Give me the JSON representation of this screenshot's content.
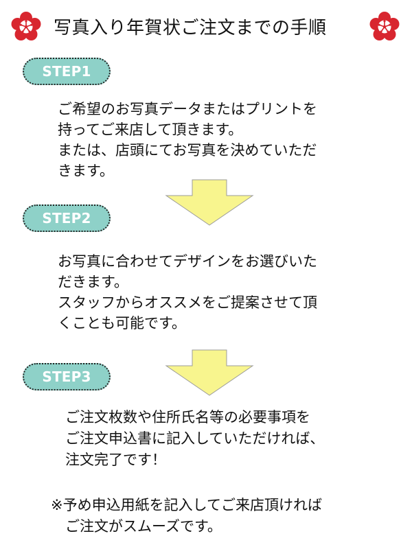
{
  "title": "写真入り年賀状ご注文までの手順",
  "steps": [
    {
      "label": "STEP1",
      "text": "ご希望のお写真データまたはプリントを\n持ってご来店して頂きます。\nまたは、店頭にてお写真を決めていただ\nきます。"
    },
    {
      "label": "STEP2",
      "text": "お写真に合わせてデザインをお選びいた\nだきます。\nスタッフからオススメをご提案させて頂\nくことも可能です。"
    },
    {
      "label": "STEP3",
      "text": "ご注文枚数や住所氏名等の必要事項を\nご注文申込書に記入していただければ、\n注文完了です！"
    }
  ],
  "note": "※予め申込用紙を記入してご来店頂ければ\n　ご注文がスムーズです。",
  "colors": {
    "badge": "#8ed1c8",
    "arrow": "#f8f58e",
    "flower": "#d8262f"
  },
  "icons": {
    "header_left": "plum-blossom-icon",
    "header_right": "plum-blossom-icon",
    "arrow_down": "down-arrow-icon"
  }
}
